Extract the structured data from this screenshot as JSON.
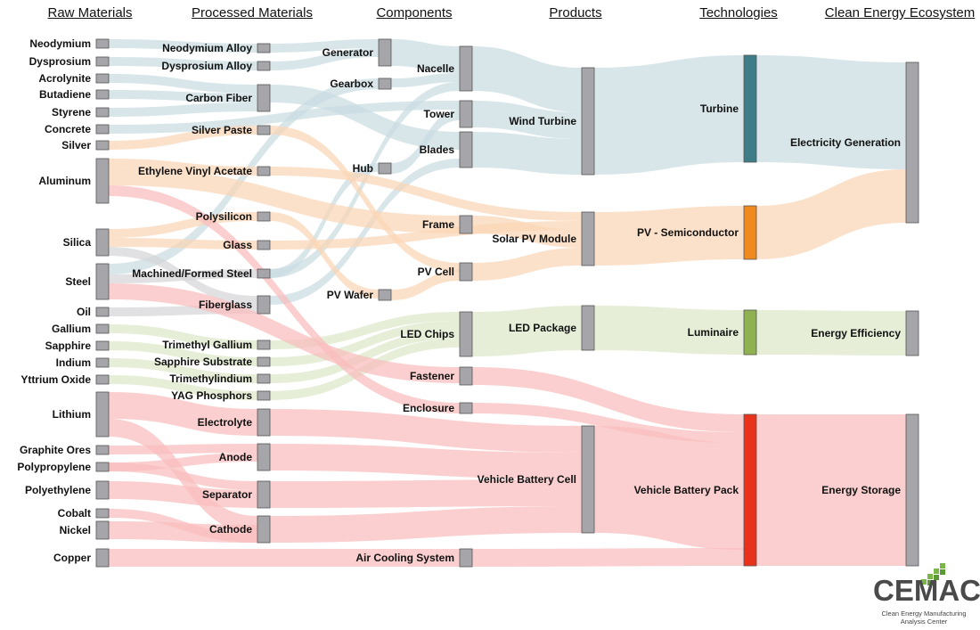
{
  "headers": {
    "raw": "Raw Materials",
    "processed": "Processed Materials",
    "components": "Components",
    "products": "Products",
    "technologies": "Technologies",
    "ecosystem": "Clean Energy Ecosystem"
  },
  "logo": {
    "name": "CEMAC",
    "subtitle_line1": "Clean Energy Manufacturing",
    "subtitle_line2": "Analysis Center"
  },
  "colors": {
    "node": "#a6a6aa",
    "wind_flow": "#c9dde2",
    "solar_flow": "#fbd5b5",
    "led_flow": "#dde8c9",
    "battery_flow": "#f9bdbd",
    "grey_flow": "#d6d6d8",
    "turbine": "#3e7d88",
    "pv_semiconductor": "#f08a1c",
    "luminaire": "#8fb14f",
    "vehicle_battery_pack": "#e8321c"
  },
  "nodes": {
    "neodymium": {
      "label": "Neodymium"
    },
    "dysprosium": {
      "label": "Dysprosium"
    },
    "acrolynite": {
      "label": "Acrolynite"
    },
    "butadiene": {
      "label": "Butadiene"
    },
    "styrene": {
      "label": "Styrene"
    },
    "concrete": {
      "label": "Concrete"
    },
    "silver": {
      "label": "Silver"
    },
    "aluminum": {
      "label": "Aluminum"
    },
    "silica": {
      "label": "Silica"
    },
    "steel": {
      "label": "Steel"
    },
    "oil": {
      "label": "Oil"
    },
    "gallium": {
      "label": "Gallium"
    },
    "sapphire": {
      "label": "Sapphire"
    },
    "indium": {
      "label": "Indium"
    },
    "yttrium_oxide": {
      "label": "Yttrium Oxide"
    },
    "lithium": {
      "label": "Lithium"
    },
    "graphite_ores": {
      "label": "Graphite Ores"
    },
    "polypropylene": {
      "label": "Polypropylene"
    },
    "polyethylene": {
      "label": "Polyethylene"
    },
    "cobalt": {
      "label": "Cobalt"
    },
    "nickel": {
      "label": "Nickel"
    },
    "copper": {
      "label": "Copper"
    },
    "neodymium_alloy": {
      "label": "Neodymium Alloy"
    },
    "dysprosium_alloy": {
      "label": "Dysprosium Alloy"
    },
    "carbon_fiber": {
      "label": "Carbon Fiber"
    },
    "silver_paste": {
      "label": "Silver Paste"
    },
    "eva": {
      "label": "Ethylene Vinyl Acetate"
    },
    "polysilicon": {
      "label": "Polysilicon"
    },
    "glass": {
      "label": "Glass"
    },
    "machined_steel": {
      "label": "Machined/Formed Steel"
    },
    "fiberglass": {
      "label": "Fiberglass"
    },
    "trimethyl_gallium": {
      "label": "Trimethyl Gallium"
    },
    "sapphire_substrate": {
      "label": "Sapphire Substrate"
    },
    "trimethylindium": {
      "label": "Trimethylindium"
    },
    "yag_phosphors": {
      "label": "YAG Phosphors"
    },
    "electrolyte": {
      "label": "Electrolyte"
    },
    "anode": {
      "label": "Anode"
    },
    "separator": {
      "label": "Separator"
    },
    "cathode": {
      "label": "Cathode"
    },
    "generator": {
      "label": "Generator"
    },
    "gearbox": {
      "label": "Gearbox"
    },
    "hub": {
      "label": "Hub"
    },
    "pv_wafer": {
      "label": "PV Wafer"
    },
    "nacelle": {
      "label": "Nacelle"
    },
    "tower": {
      "label": "Tower"
    },
    "blades": {
      "label": "Blades"
    },
    "frame": {
      "label": "Frame"
    },
    "pv_cell": {
      "label": "PV Cell"
    },
    "led_chips": {
      "label": "LED Chips"
    },
    "fastener": {
      "label": "Fastener"
    },
    "enclosure": {
      "label": "Enclosure"
    },
    "air_cooling": {
      "label": "Air Cooling System"
    },
    "wind_turbine": {
      "label": "Wind Turbine"
    },
    "solar_pv_module": {
      "label": "Solar PV Module"
    },
    "led_package": {
      "label": "LED Package"
    },
    "vehicle_battery_cell": {
      "label": "Vehicle Battery Cell"
    },
    "turbine": {
      "label": "Turbine"
    },
    "pv_semiconductor": {
      "label": "PV - Semiconductor"
    },
    "luminaire": {
      "label": "Luminaire"
    },
    "vehicle_battery_pack": {
      "label": "Vehicle Battery Pack"
    },
    "electricity_generation": {
      "label": "Electricity Generation"
    },
    "energy_efficiency": {
      "label": "Energy Efficiency"
    },
    "energy_storage": {
      "label": "Energy Storage"
    }
  }
}
